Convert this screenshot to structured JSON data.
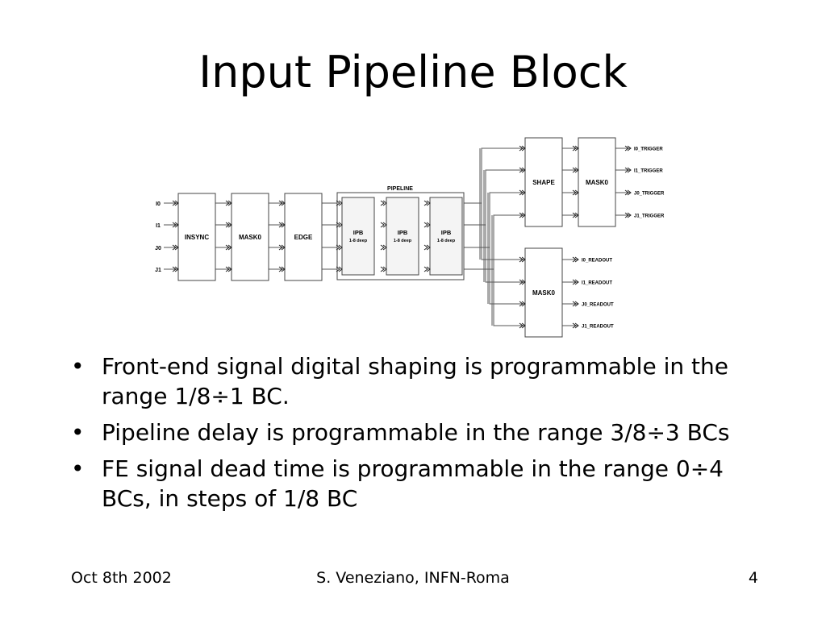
{
  "slide": {
    "title": "Input Pipeline Block"
  },
  "diagram": {
    "inputs": [
      "I0",
      "I1",
      "J0",
      "J1"
    ],
    "blocks": {
      "insync": "INSYNC",
      "mask0_in": "MASK0",
      "edge": "EDGE",
      "pipeline": "PIPELINE",
      "ipb_label": "IPB",
      "ipb_depth": "1-8 deep",
      "shape": "SHAPE",
      "mask0_trigger": "MASK0",
      "mask0_readout": "MASK0"
    },
    "trigger_outputs": [
      "I0_TRIGGER",
      "I1_TRIGGER",
      "J0_TRIGGER",
      "J1_TRIGGER"
    ],
    "readout_outputs": [
      "I0_READOUT",
      "I1_READOUT",
      "J0_READOUT",
      "J1_READOUT"
    ]
  },
  "bullets": [
    "Front-end signal digital shaping is programmable in the range 1/8÷1 BC.",
    "Pipeline delay is programmable in the range 3/8÷3 BCs",
    "FE signal dead time is programmable in the range 0÷4 BCs, in steps of 1/8 BC"
  ],
  "bullet_symbol": "•",
  "footer": {
    "date": "Oct 8th 2002",
    "author": "S. Veneziano, INFN-Roma",
    "page": "4"
  }
}
